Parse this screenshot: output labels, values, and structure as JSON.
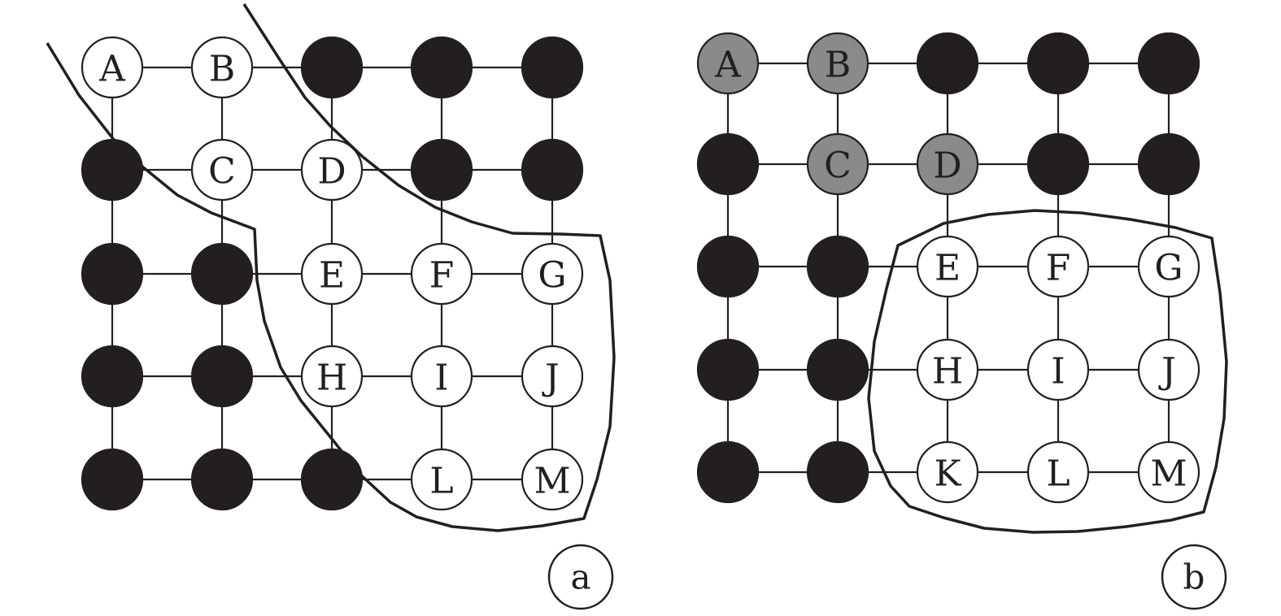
{
  "panels": [
    {
      "id": "a",
      "label": "a",
      "nodes": [
        [
          "A",
          "B",
          "",
          "",
          ""
        ],
        [
          "",
          "C",
          "D",
          "",
          ""
        ],
        [
          "",
          "",
          "E",
          "F",
          "G"
        ],
        [
          "",
          "",
          "H",
          "I",
          "J"
        ],
        [
          "",
          "",
          "",
          "L",
          "M"
        ]
      ],
      "states": [
        [
          "white",
          "white",
          "black",
          "black",
          "black"
        ],
        [
          "black",
          "white",
          "white",
          "black",
          "black"
        ],
        [
          "black",
          "black",
          "white",
          "white",
          "white"
        ],
        [
          "black",
          "black",
          "white",
          "white",
          "white"
        ],
        [
          "black",
          "black",
          "black",
          "white",
          "white"
        ]
      ]
    },
    {
      "id": "b",
      "label": "b",
      "nodes": [
        [
          "A",
          "B",
          "",
          "",
          ""
        ],
        [
          "",
          "C",
          "D",
          "",
          ""
        ],
        [
          "",
          "",
          "E",
          "F",
          "G"
        ],
        [
          "",
          "",
          "H",
          "I",
          "J"
        ],
        [
          "",
          "",
          "K",
          "L",
          "M"
        ]
      ],
      "states": [
        [
          "gray",
          "gray",
          "black",
          "black",
          "black"
        ],
        [
          "black",
          "gray",
          "gray",
          "black",
          "black"
        ],
        [
          "black",
          "black",
          "white",
          "white",
          "white"
        ],
        [
          "black",
          "black",
          "white",
          "white",
          "white"
        ],
        [
          "black",
          "black",
          "white",
          "white",
          "white"
        ]
      ]
    }
  ],
  "colors": {
    "white": "#ffffff",
    "black": "#231f20",
    "gray": "#8a8a8a",
    "line": "#231f20"
  }
}
